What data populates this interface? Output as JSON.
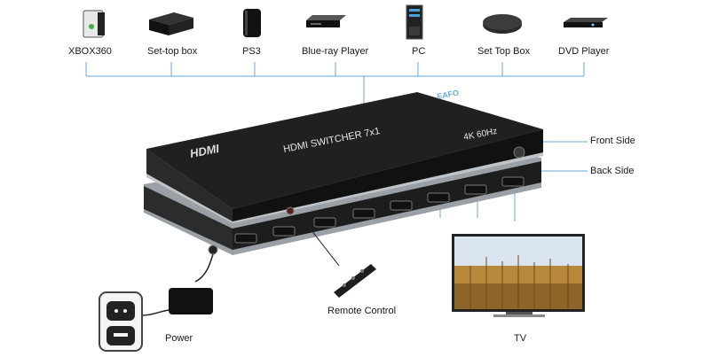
{
  "sources": [
    {
      "label": "XBOX360",
      "icon": "xbox360-icon"
    },
    {
      "label": "Set-top box",
      "icon": "set-top-box-icon"
    },
    {
      "label": "PS3",
      "icon": "ps3-icon"
    },
    {
      "label": "Blue-ray Player",
      "icon": "bluray-player-icon"
    },
    {
      "label": "PC",
      "icon": "pc-tower-icon"
    },
    {
      "label": "Set Top Box",
      "icon": "set-top-box-round-icon"
    },
    {
      "label": "DVD Player",
      "icon": "dvd-player-icon"
    }
  ],
  "device": {
    "logo": "HDMI",
    "brand": "EAFO",
    "title": "HDMI SWITCHER 7x1",
    "resolution": "4K 60Hz"
  },
  "callouts": {
    "front_side": "Front Side",
    "back_side": "Back Side",
    "remote": "Remote Control",
    "power": "Power",
    "tv": "TV"
  },
  "colors": {
    "line": "#6aa8d8",
    "device_top": "#1c1c1c",
    "device_panel": "#222222"
  }
}
